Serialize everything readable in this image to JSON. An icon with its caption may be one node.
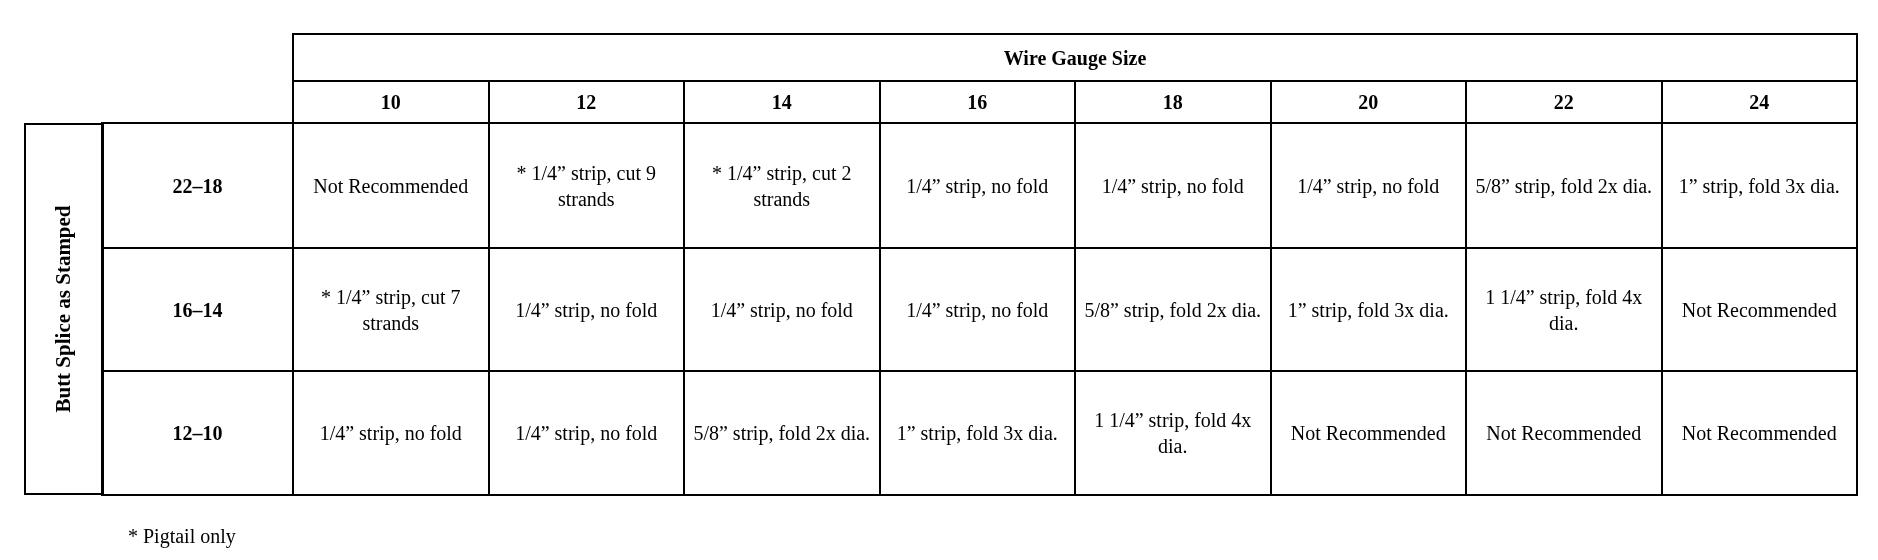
{
  "diagram": {
    "labels": [
      "Wire Gauge Size",
      "10",
      "12",
      "14",
      "16",
      "18",
      "20",
      "22",
      "24",
      "Butt Splice as Stamped",
      "22–18",
      "Not Recommended",
      "* 1/4” strip, cut 9 strands",
      "* 1/4” strip, cut 2 strands",
      "1/4” strip, no fold",
      "1/4” strip, no fold",
      "1/4” strip, no fold",
      "5/8” strip, fold 2x dia.",
      "1” strip, fold 3x dia.",
      "16–14",
      "* 1/4” strip, cut 7 strands",
      "1/4” strip, no fold",
      "1/4” strip, no fold",
      "1/4” strip, no fold",
      "5/8” strip, fold 2x dia.",
      "1” strip, fold 3x dia.",
      "1 1/4” strip, fold 4x dia.",
      "Not Recommended",
      "12–10",
      "1/4” strip, no fold",
      "1/4” strip, no fold",
      "5/8” strip, fold 2x dia.",
      "1” strip, fold 3x dia.",
      "1 1/4” strip, fold 4x dia.",
      "Not Recommended",
      "Not Recommended",
      "Not Recommended",
      "* Pigtail only"
    ]
  }
}
